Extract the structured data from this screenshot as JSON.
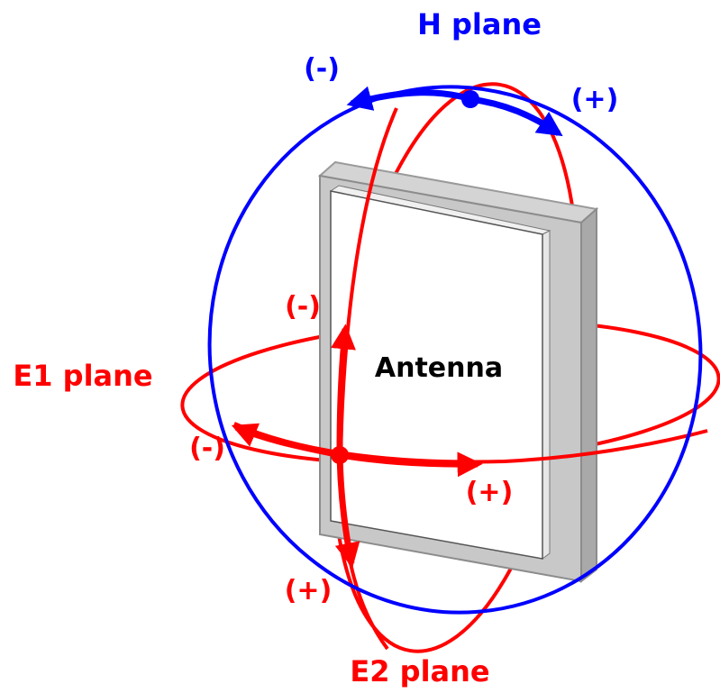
{
  "antenna": {
    "label": "Antenna"
  },
  "h_plane": {
    "label": "H plane",
    "minus": "(-)",
    "plus": "(+)",
    "color": "#0000ff"
  },
  "e1_plane": {
    "label": "E1 plane",
    "minus_upper": "(-)",
    "minus_left": "(-)",
    "plus": "(+)",
    "color": "#ff0000"
  },
  "e2_plane": {
    "label": "E2 plane",
    "plus": "(+)",
    "color": "#ff0000"
  }
}
